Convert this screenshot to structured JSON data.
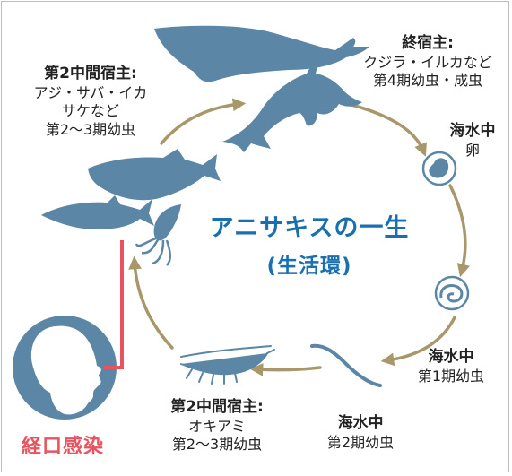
{
  "title": {
    "line1": "アニサキスの一生",
    "line2": "(生活環)"
  },
  "labels": {
    "final_host": {
      "heading": "終宿主:",
      "lines": [
        "クジラ・イルカなど",
        "第4期幼虫・成虫"
      ]
    },
    "second_host_fish": {
      "heading": "第2中間宿主:",
      "lines": [
        "アジ・サバ・イカ",
        "サケなど",
        "第2〜3期幼虫"
      ]
    },
    "sea_egg": {
      "heading": "海水中",
      "lines": [
        "卵"
      ]
    },
    "sea_larva1": {
      "heading": "海水中",
      "lines": [
        "第1期幼虫"
      ]
    },
    "sea_larva2": {
      "heading": "海水中",
      "lines": [
        "第2期幼虫"
      ]
    },
    "first_host_krill": {
      "heading": "第2中間宿主:",
      "lines": [
        "オキアミ",
        "第2〜3期幼虫"
      ]
    }
  },
  "infection_label": "経口感染",
  "colors": {
    "animal": "#5b86a6",
    "arrow": "#a8976a",
    "title": "#1a6fb0",
    "infection": "#e8535f"
  },
  "icons": [
    "whale-icon",
    "dolphin-icon",
    "salmon-icon",
    "mackerel-icon",
    "squid-icon",
    "egg-icon",
    "larva-coil-icon",
    "larva-worm-icon",
    "krill-icon",
    "human-head-icon"
  ]
}
